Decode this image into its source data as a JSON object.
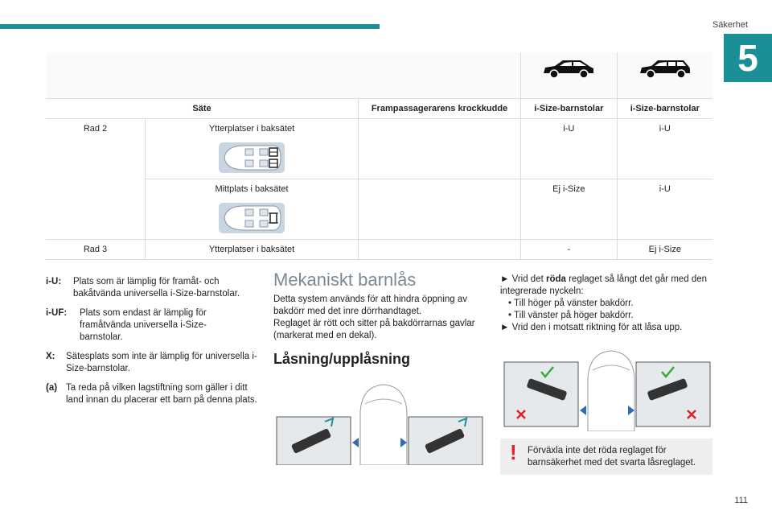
{
  "header": {
    "section": "Säkerhet",
    "chapter": "5"
  },
  "page_number": "111",
  "table": {
    "car_icons": [
      "suv-car-icon",
      "suv-7seat-car-icon"
    ],
    "headers": [
      "Säte",
      "Frampassagerarens krockkudde",
      "i-Size-barnstolar",
      "i-Size-barnstolar"
    ],
    "rows": [
      {
        "row": "Rad 2",
        "seat": "Ytterplatser i baksätet",
        "airbag": "",
        "c1": "i-U",
        "c2": "i-U"
      },
      {
        "row": "",
        "seat": "Mittplats i baksätet",
        "airbag": "",
        "c1": "Ej i-Size",
        "c2": "i-U"
      },
      {
        "row": "Rad 3",
        "seat": "Ytterplatser i baksätet",
        "airbag": "",
        "c1": "-",
        "c2": "Ej i-Size"
      }
    ]
  },
  "legend": [
    {
      "key": "i-U:",
      "text": "Plats som är lämplig för framåt- och bakåtvända universella i-Size-barnstolar."
    },
    {
      "key": "i-UF:",
      "text": "Plats som endast är lämplig för framåtvända universella i-Size-barnstolar."
    },
    {
      "key": "X:",
      "text": "Sätesplats som inte är lämplig för universella i-Size-barnstolar."
    },
    {
      "key": "(a)",
      "text": "Ta reda på vilken lagstiftning som gäller i ditt land innan du placerar ett barn på denna plats."
    }
  ],
  "mechanical": {
    "title": "Mekaniskt barnlås",
    "p1": "Detta system används för att hindra öppning av bakdörr med det inre dörrhandtaget.",
    "p2": "Reglaget är rött och sitter på bakdörrarnas gavlar (markerat med en dekal).",
    "subtitle": "Låsning/upplåsning"
  },
  "instructions": {
    "s1_pre": "► Vrid det ",
    "s1_bold": "röda",
    "s1_post": " reglaget så långt det går med den integrerade nyckeln:",
    "b1": "• Till höger på vänster bakdörr.",
    "b2": "• Till vänster på höger bakdörr.",
    "s2": "► Vrid den i motsatt riktning för att låsa upp."
  },
  "warning": {
    "text": "Förväxla inte det röda reglaget för barnsäkerhet med det svarta låsreglaget."
  },
  "colors": {
    "accent": "#1a8f98",
    "warning": "#e0202a",
    "check": "#3aa83a"
  }
}
